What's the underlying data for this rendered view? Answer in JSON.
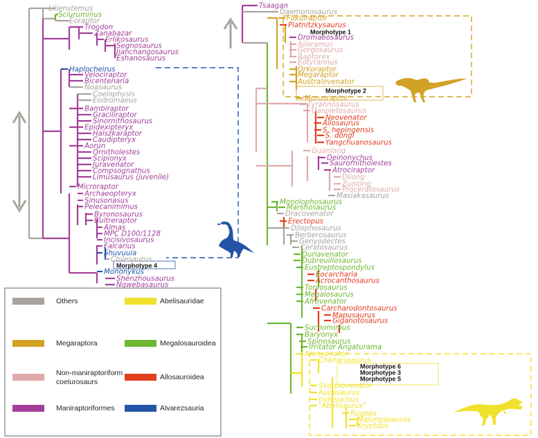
{
  "colors": {
    "others": "#A8A39D",
    "megaraptora": "#D3A225",
    "non_maniraptoriform": "#DFA9AA",
    "maniraptoriformes": "#A33F9A",
    "alvarezsauria": "#2454A8",
    "megalosauroidea": "#6EB630",
    "allosauroidea": "#E23E1E",
    "abelisauridae": "#F0E12C"
  },
  "left_tree": {
    "taxa": [
      {
        "name": "Lilienstemus",
        "group": "others"
      },
      {
        "name": "Sciuruminus",
        "group": "megalosauroidea"
      },
      {
        "name": "Eoraptor",
        "group": "others"
      },
      {
        "name": "Troodon",
        "group": "maniraptoriformes"
      },
      {
        "name": "Zanabazar",
        "group": "maniraptoriformes"
      },
      {
        "name": "Erlikosaurus",
        "group": "maniraptoriformes"
      },
      {
        "name": "Segnosaurus",
        "group": "maniraptoriformes"
      },
      {
        "name": "Jianchangosaurus",
        "group": "maniraptoriformes"
      },
      {
        "name": "Eshanosaurus",
        "group": "maniraptoriformes"
      },
      {
        "name": "Haplocheirus",
        "group": "alvarezsauria"
      },
      {
        "name": "Velociraptor",
        "group": "maniraptoriformes"
      },
      {
        "name": "Bicentenaria",
        "group": "maniraptoriformes"
      },
      {
        "name": "Noasaurus",
        "group": "others"
      },
      {
        "name": "Coelophysis",
        "group": "others"
      },
      {
        "name": "Eodromaeus",
        "group": "others"
      },
      {
        "name": "Bambiraptor",
        "group": "maniraptoriformes"
      },
      {
        "name": "Graciliraptor",
        "group": "maniraptoriformes"
      },
      {
        "name": "Sinornithosaurus",
        "group": "maniraptoriformes"
      },
      {
        "name": "Epidexipteryx",
        "group": "maniraptoriformes"
      },
      {
        "name": "Halszkaraptor",
        "group": "maniraptoriformes"
      },
      {
        "name": "Caudipteryx",
        "group": "maniraptoriformes"
      },
      {
        "name": "Aorun",
        "group": "maniraptoriformes"
      },
      {
        "name": "Ornitholestes",
        "group": "maniraptoriformes"
      },
      {
        "name": "Scipionyx",
        "group": "maniraptoriformes"
      },
      {
        "name": "Juravenator",
        "group": "maniraptoriformes"
      },
      {
        "name": "Compsognathus",
        "group": "maniraptoriformes"
      },
      {
        "name": "Limusaurus (juvenile)",
        "group": "maniraptoriformes"
      },
      {
        "name": "Microraptor",
        "group": "maniraptoriformes"
      },
      {
        "name": "Archaeopteryx",
        "group": "maniraptoriformes"
      },
      {
        "name": "Sinusonasus",
        "group": "maniraptoriformes"
      },
      {
        "name": "Pelecanimimus",
        "group": "maniraptoriformes"
      },
      {
        "name": "Byronosaurus",
        "group": "maniraptoriformes"
      },
      {
        "name": "Buitreraptor",
        "group": "maniraptoriformes"
      },
      {
        "name": "Almas",
        "group": "maniraptoriformes"
      },
      {
        "name": "MPC D100/1128",
        "group": "maniraptoriformes"
      },
      {
        "name": "Incisivosaurus",
        "group": "maniraptoriformes"
      },
      {
        "name": "Falcarius",
        "group": "maniraptoriformes"
      },
      {
        "name": "Shuvuuia",
        "group": "alvarezsauria"
      },
      {
        "name": "Chilesaurus",
        "group": "others"
      },
      {
        "name": "Morphotype 4",
        "group": "morphotype"
      },
      {
        "name": "Mononykus",
        "group": "alvarezsauria"
      },
      {
        "name": "Shenzhousaurus",
        "group": "maniraptoriformes"
      },
      {
        "name": "Nqwebasaurus",
        "group": "maniraptoriformes"
      }
    ]
  },
  "right_tree": {
    "taxa": [
      {
        "name": "Tsaagan",
        "group": "maniraptoriformes"
      },
      {
        "name": "Daemonosaurus",
        "group": "others"
      },
      {
        "name": "Fukuiraptor",
        "group": "megaraptora"
      },
      {
        "name": "Piatnitzkysaurus",
        "group": "allosauroidea"
      },
      {
        "name": "Morphotype 1",
        "group": "morphotype"
      },
      {
        "name": "Dromaeosaurus",
        "group": "maniraptoriformes"
      },
      {
        "name": "Alioramus",
        "group": "non_maniraptoriform"
      },
      {
        "name": "Gorgosaurus",
        "group": "non_maniraptoriform"
      },
      {
        "name": "Raptorex",
        "group": "non_maniraptoriform"
      },
      {
        "name": "Eotyrannus",
        "group": "non_maniraptoriform"
      },
      {
        "name": "Orkoraptor",
        "group": "megaraptora"
      },
      {
        "name": "Megaraptor",
        "group": "megaraptora"
      },
      {
        "name": "Australovenator",
        "group": "megaraptora"
      },
      {
        "name": "Morphotype 2",
        "group": "morphotype"
      },
      {
        "name": "Murusraptor",
        "group": "megaraptora"
      },
      {
        "name": "Tyrannosaurus",
        "group": "non_maniraptoriform"
      },
      {
        "name": "Daspletosaurus",
        "group": "non_maniraptoriform"
      },
      {
        "name": "Neovenator",
        "group": "allosauroidea"
      },
      {
        "name": "Allosaurus",
        "group": "allosauroidea"
      },
      {
        "name": "S. hepingensis",
        "group": "allosauroidea"
      },
      {
        "name": "S. dongi",
        "group": "allosauroidea"
      },
      {
        "name": "Yangchuanosaurus",
        "group": "allosauroidea"
      },
      {
        "name": "Guanlong",
        "group": "non_maniraptoriform"
      },
      {
        "name": "Deinonychus",
        "group": "maniraptoriformes"
      },
      {
        "name": "Saurornitholestes",
        "group": "maniraptoriformes"
      },
      {
        "name": "Atrociraptor",
        "group": "maniraptoriformes"
      },
      {
        "name": "Dilong",
        "group": "non_maniraptoriform"
      },
      {
        "name": "Zuolong",
        "group": "non_maniraptoriform"
      },
      {
        "name": "Proceratosaurus",
        "group": "non_maniraptoriform"
      },
      {
        "name": "Masiakasaurus",
        "group": "others"
      },
      {
        "name": "Monolophosaurus",
        "group": "megalosauroidea"
      },
      {
        "name": "Marshosaurus",
        "group": "megalosauroidea"
      },
      {
        "name": "Dracovenator",
        "group": "others"
      },
      {
        "name": "Erectopus",
        "group": "allosauroidea"
      },
      {
        "name": "Dilophosaurus",
        "group": "others"
      },
      {
        "name": "Berberosaurus",
        "group": "others"
      },
      {
        "name": "Genyodectes",
        "group": "others"
      },
      {
        "name": "Ceratosaurus",
        "group": "others"
      },
      {
        "name": "Duriavenator",
        "group": "megalosauroidea"
      },
      {
        "name": "Dubreuillosaurus",
        "group": "megalosauroidea"
      },
      {
        "name": "Eustreptospondylus",
        "group": "megalosauroidea"
      },
      {
        "name": "Eocarcharia",
        "group": "allosauroidea"
      },
      {
        "name": "Acrocanthosaurus",
        "group": "allosauroidea"
      },
      {
        "name": "Torvosaurus",
        "group": "megalosauroidea"
      },
      {
        "name": "Megalosaurus",
        "group": "megalosauroidea"
      },
      {
        "name": "Afrovenator",
        "group": "megalosauroidea"
      },
      {
        "name": "Carcharodontosaurus",
        "group": "allosauroidea"
      },
      {
        "name": "Mapusaurus",
        "group": "allosauroidea"
      },
      {
        "name": "Giganotosaurus",
        "group": "allosauroidea"
      },
      {
        "name": "Suchomimus",
        "group": "megalosauroidea"
      },
      {
        "name": "Baryonyx",
        "group": "megalosauroidea"
      },
      {
        "name": "Spinosaurus",
        "group": "megalosauroidea"
      },
      {
        "name": "Irritator Angaturama",
        "group": "megalosauroidea"
      },
      {
        "name": "Arcovenator",
        "group": "abelisauridae"
      },
      {
        "name": "Chenanisaurus",
        "group": "abelisauridae"
      },
      {
        "name": "Morphotype 6",
        "group": "morphotype"
      },
      {
        "name": "Morphotype 3",
        "group": "morphotype"
      },
      {
        "name": "Morphotype 5",
        "group": "morphotype"
      },
      {
        "name": "Skorpiovenator",
        "group": "abelisauridae"
      },
      {
        "name": "Aucasaurus",
        "group": "abelisauridae"
      },
      {
        "name": "Indosuchus",
        "group": "abelisauridae"
      },
      {
        "name": "\"Abelisaurus\"",
        "group": "abelisauridae"
      },
      {
        "name": "Rugops",
        "group": "abelisauridae"
      },
      {
        "name": "Majungasaurus",
        "group": "abelisauridae"
      },
      {
        "name": "Kryptops",
        "group": "abelisauridae"
      }
    ]
  },
  "legend": [
    {
      "label": "Others",
      "group": "others"
    },
    {
      "label": "Abelisauridae",
      "group": "abelisauridae"
    },
    {
      "label": "Megaraptora",
      "group": "megaraptora"
    },
    {
      "label": "Megalosauroidea",
      "group": "megalosauroidea"
    },
    {
      "label": "Non-maniraptoriform coelurosaurs",
      "group": "non_maniraptoriform"
    },
    {
      "label": "Allosauroidea",
      "group": "allosauroidea"
    },
    {
      "label": "Maniraptoriformes",
      "group": "maniraptoriformes"
    },
    {
      "label": "Alvarezsauria",
      "group": "alvarezsauria"
    }
  ]
}
